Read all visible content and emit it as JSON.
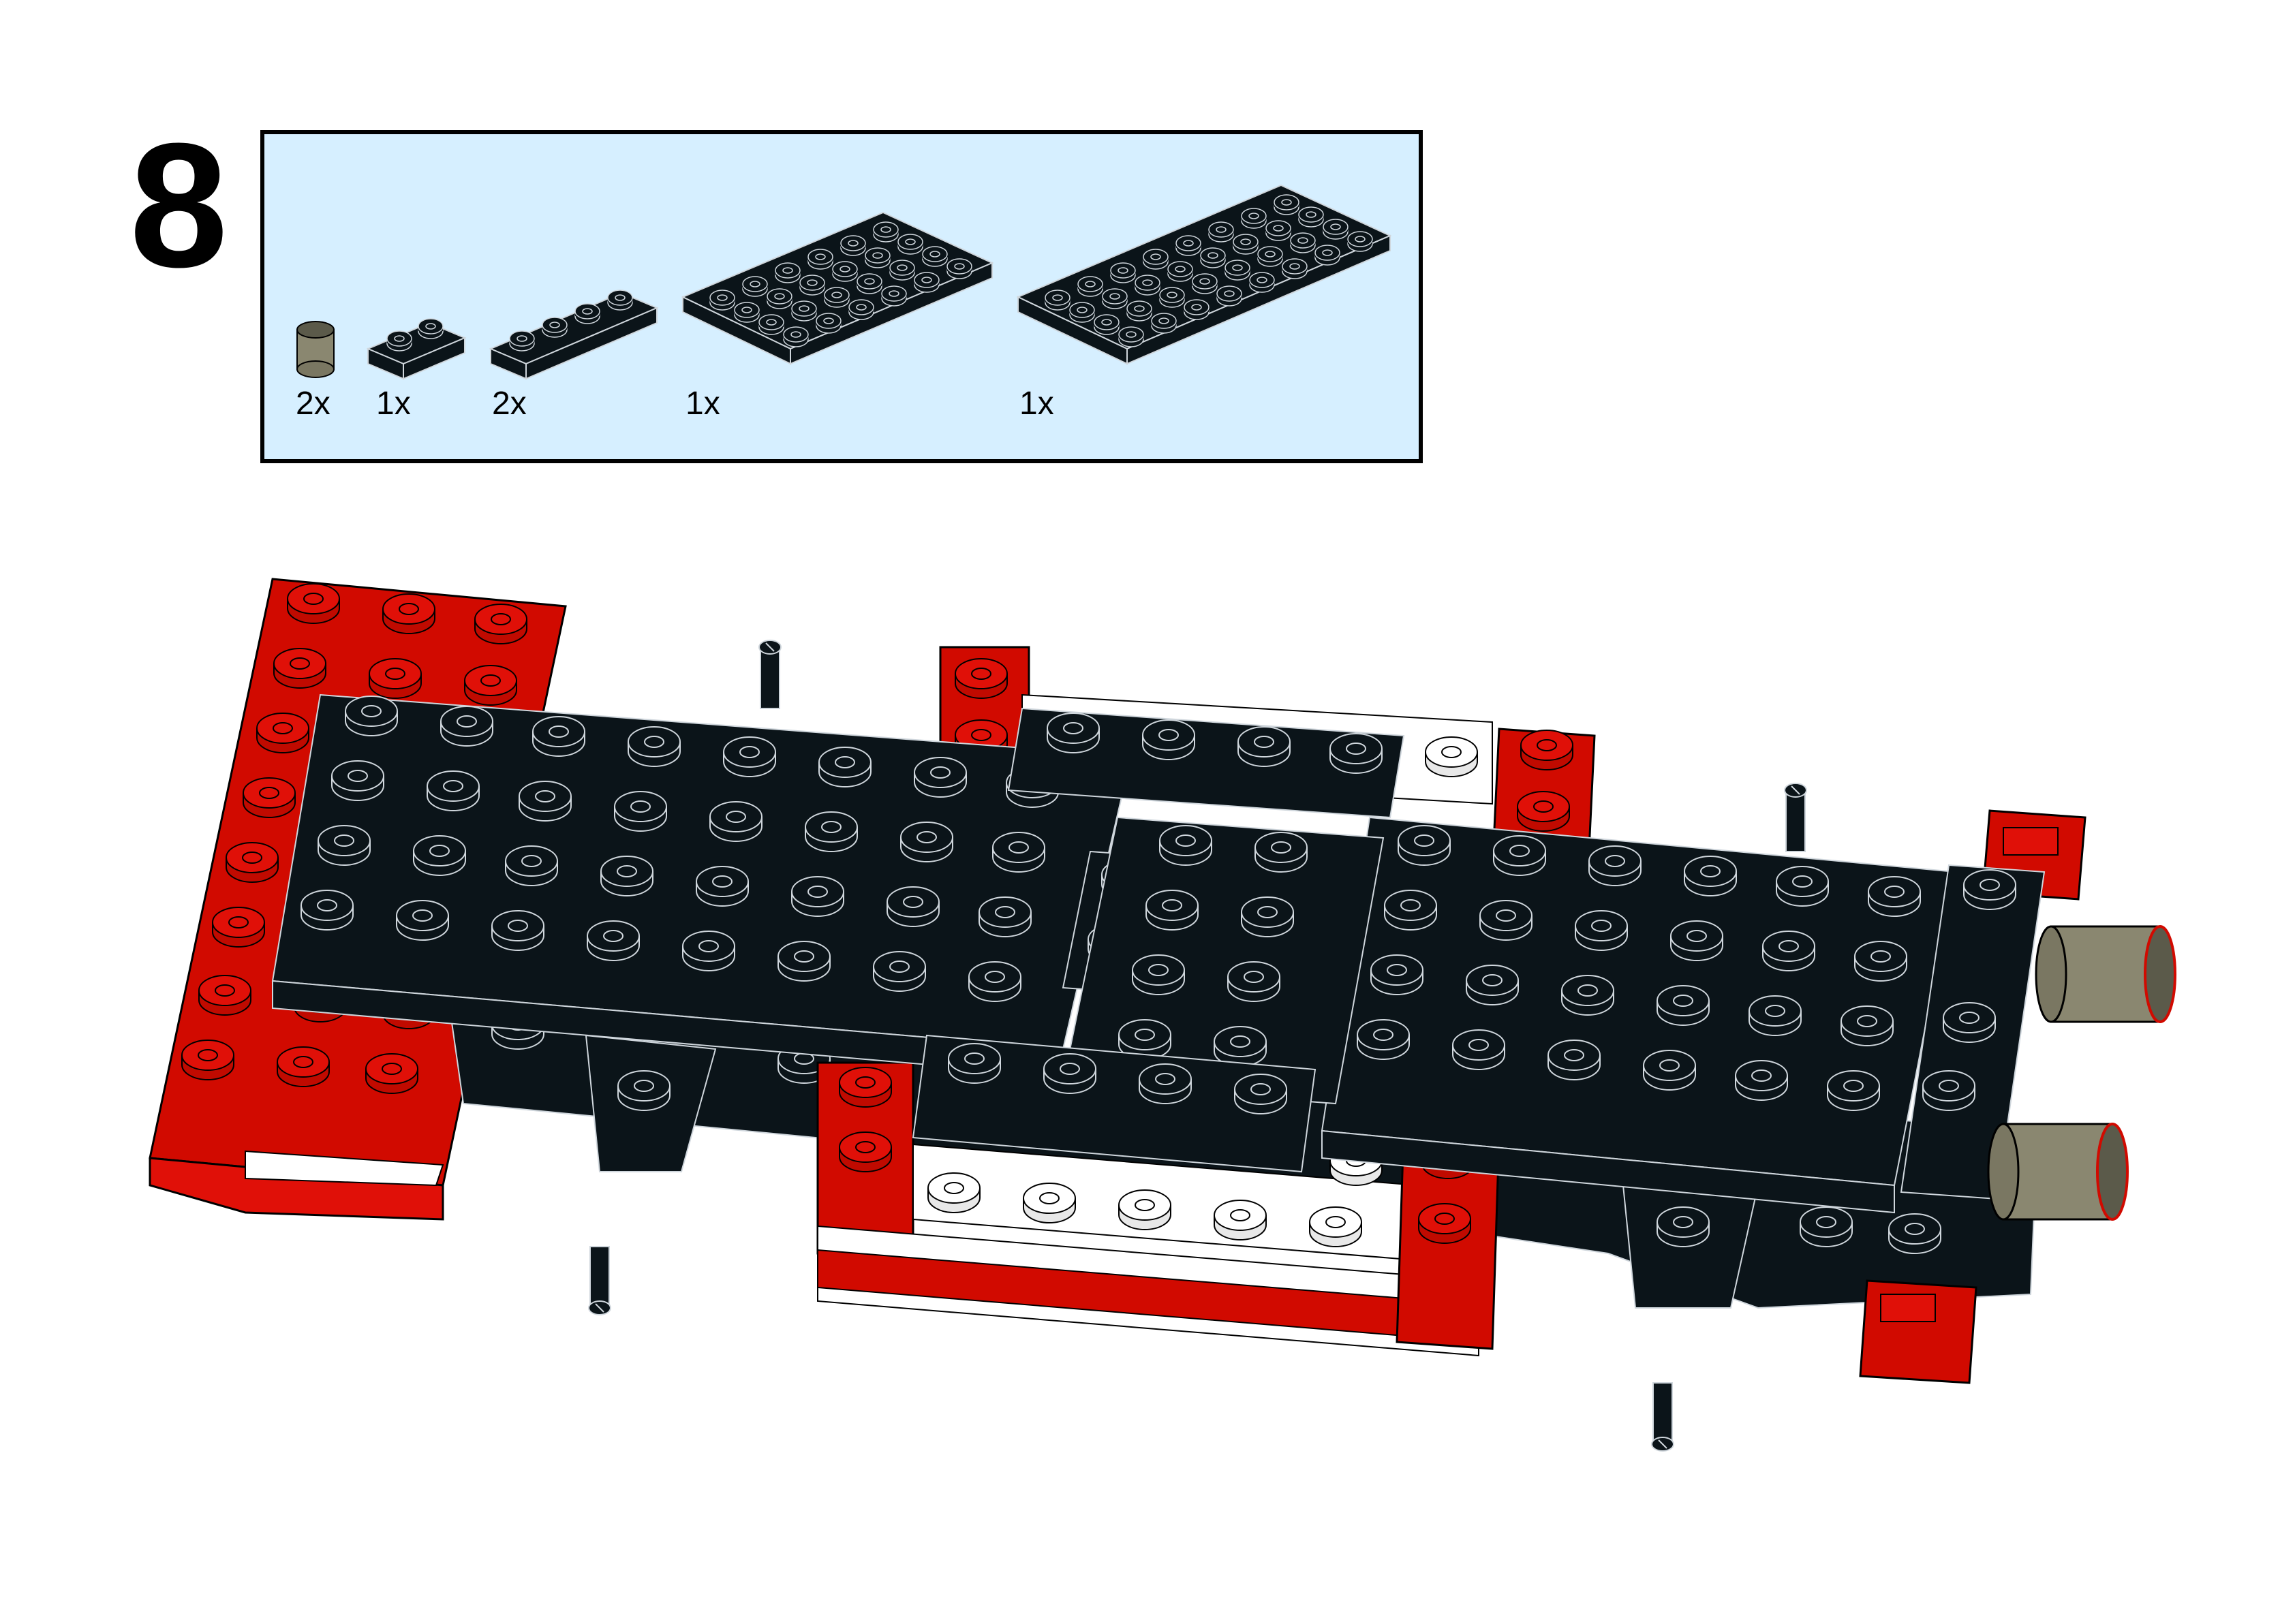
{
  "step": {
    "number": "8"
  },
  "parts": [
    {
      "qty": "2x",
      "name": "tan-round-brick-1x1",
      "color": "#8a8770"
    },
    {
      "qty": "1x",
      "name": "black-plate-1x2",
      "color": "#0b1419"
    },
    {
      "qty": "2x",
      "name": "black-plate-1x4",
      "color": "#0b1419"
    },
    {
      "qty": "1x",
      "name": "black-plate-4x6",
      "color": "#0b1419"
    },
    {
      "qty": "1x",
      "name": "black-plate-4x8",
      "color": "#0b1419"
    }
  ],
  "colors": {
    "parts_box_bg": "#d6efff",
    "black": "#0b1419",
    "red": "#d10a00",
    "white": "#ffffff",
    "tan": "#8a8770"
  }
}
